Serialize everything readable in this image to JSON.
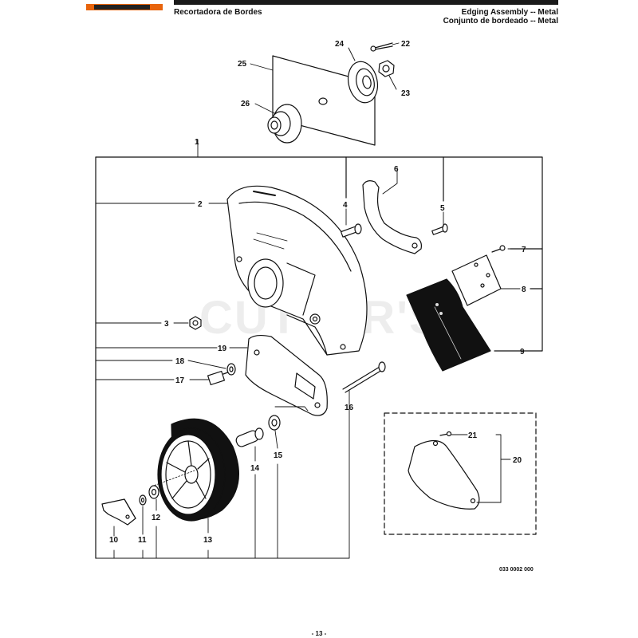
{
  "header": {
    "left_title": "Recortadora de Bordes",
    "right_title_en": "Edging Assembly -- Metal",
    "right_title_es": "Conjunto de bordeado -- Metal"
  },
  "watermark": "CUTTER'S",
  "callouts": [
    "1",
    "2",
    "3",
    "4",
    "5",
    "6",
    "7",
    "8",
    "9",
    "10",
    "11",
    "12",
    "13",
    "14",
    "15",
    "16",
    "17",
    "18",
    "19",
    "20",
    "21",
    "22",
    "23",
    "24",
    "25",
    "26"
  ],
  "reference_code": "033 0002 000",
  "page_number": "- 13 -",
  "colors": {
    "brand": "#e8640c",
    "line": "#111111"
  }
}
